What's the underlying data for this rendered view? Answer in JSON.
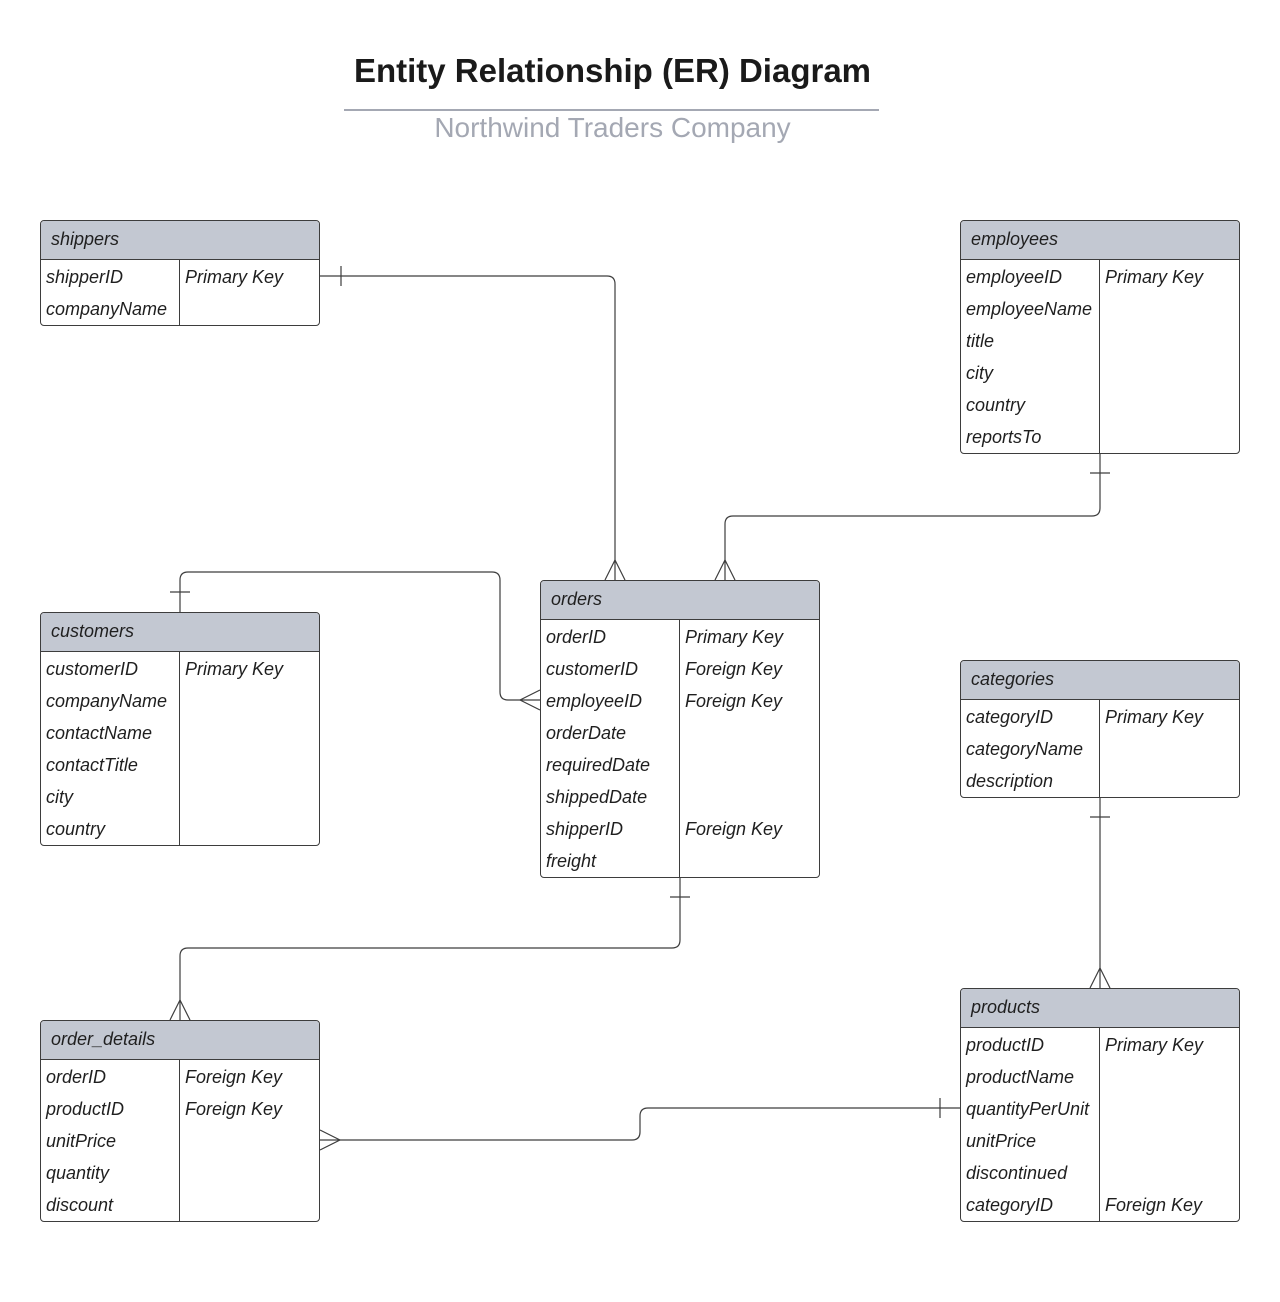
{
  "title": "Entity Relationship (ER) Diagram",
  "subtitle": "Northwind Traders Company",
  "colors": {
    "header_fill": "#c3c8d2",
    "border": "#3d3d3d",
    "subtitle_text": "#a4a8b3",
    "title_text": "#1a1a1a"
  },
  "entities": {
    "shippers": {
      "name": "shippers",
      "attributes": [
        {
          "name": "shipperID",
          "key": "Primary Key"
        },
        {
          "name": "companyName",
          "key": ""
        }
      ]
    },
    "employees": {
      "name": "employees",
      "attributes": [
        {
          "name": "employeeID",
          "key": "Primary Key"
        },
        {
          "name": "employeeName",
          "key": ""
        },
        {
          "name": "title",
          "key": ""
        },
        {
          "name": "city",
          "key": ""
        },
        {
          "name": "country",
          "key": ""
        },
        {
          "name": "reportsTo",
          "key": ""
        }
      ]
    },
    "customers": {
      "name": "customers",
      "attributes": [
        {
          "name": "customerID",
          "key": "Primary Key"
        },
        {
          "name": "companyName",
          "key": ""
        },
        {
          "name": "contactName",
          "key": ""
        },
        {
          "name": "contactTitle",
          "key": ""
        },
        {
          "name": "city",
          "key": ""
        },
        {
          "name": "country",
          "key": ""
        }
      ]
    },
    "orders": {
      "name": "orders",
      "attributes": [
        {
          "name": "orderID",
          "key": "Primary Key"
        },
        {
          "name": "customerID",
          "key": "Foreign Key"
        },
        {
          "name": "employeeID",
          "key": "Foreign Key"
        },
        {
          "name": "orderDate",
          "key": ""
        },
        {
          "name": "requiredDate",
          "key": ""
        },
        {
          "name": "shippedDate",
          "key": ""
        },
        {
          "name": "shipperID",
          "key": "Foreign Key"
        },
        {
          "name": "freight",
          "key": ""
        }
      ]
    },
    "categories": {
      "name": "categories",
      "attributes": [
        {
          "name": "categoryID",
          "key": "Primary Key"
        },
        {
          "name": "categoryName",
          "key": ""
        },
        {
          "name": "description",
          "key": ""
        }
      ]
    },
    "order_details": {
      "name": "order_details",
      "attributes": [
        {
          "name": "orderID",
          "key": "Foreign Key"
        },
        {
          "name": "productID",
          "key": "Foreign Key"
        },
        {
          "name": "unitPrice",
          "key": ""
        },
        {
          "name": "quantity",
          "key": ""
        },
        {
          "name": "discount",
          "key": ""
        }
      ]
    },
    "products": {
      "name": "products",
      "attributes": [
        {
          "name": "productID",
          "key": "Primary Key"
        },
        {
          "name": "productName",
          "key": ""
        },
        {
          "name": "quantityPerUnit",
          "key": ""
        },
        {
          "name": "unitPrice",
          "key": ""
        },
        {
          "name": "discontinued",
          "key": ""
        },
        {
          "name": "categoryID",
          "key": "Foreign Key"
        }
      ]
    }
  },
  "relationships": [
    {
      "from": "shippers",
      "to": "orders",
      "from_cardinality": "one",
      "to_cardinality": "many"
    },
    {
      "from": "employees",
      "to": "orders",
      "from_cardinality": "one",
      "to_cardinality": "many"
    },
    {
      "from": "customers",
      "to": "orders",
      "from_cardinality": "one",
      "to_cardinality": "many"
    },
    {
      "from": "orders",
      "to": "order_details",
      "from_cardinality": "one",
      "to_cardinality": "many"
    },
    {
      "from": "categories",
      "to": "products",
      "from_cardinality": "one",
      "to_cardinality": "many"
    },
    {
      "from": "products",
      "to": "order_details",
      "from_cardinality": "one",
      "to_cardinality": "many"
    }
  ]
}
